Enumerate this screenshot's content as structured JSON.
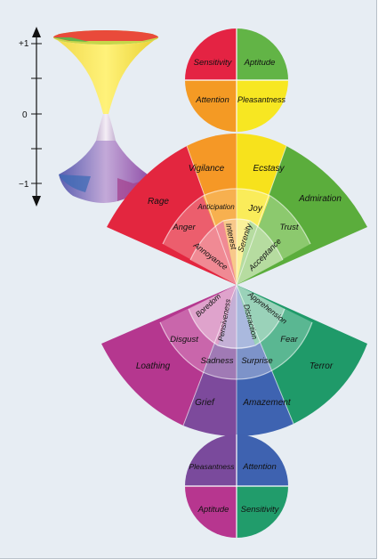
{
  "scale": {
    "plus": "+1",
    "zero": "0",
    "minus": "−1"
  },
  "top_circle": {
    "sensitivity": "Sensitivity",
    "aptitude": "Aptitude",
    "attention": "Attention",
    "pleasantness": "Pleasantness"
  },
  "bottom_circle": {
    "pleasantness": "Pleasantness",
    "attention": "Attention",
    "aptitude": "Aptitude",
    "sensitivity": "Sensitivity"
  },
  "upper_fan": {
    "outer": {
      "rage": "Rage",
      "vigilance": "Vigilance",
      "ecstasy": "Ecstasy",
      "admiration": "Admiration"
    },
    "middle": {
      "anger": "Anger",
      "anticipation": "Anticipation",
      "joy": "Joy",
      "trust": "Trust"
    },
    "inner": {
      "annoyance": "Annoyance",
      "interest": "Interest",
      "serenity": "Serenity",
      "acceptance": "Acceptance"
    }
  },
  "lower_fan": {
    "inner": {
      "boredom": "Boredom",
      "pensiveness": "Pensiveness",
      "distraction": "Distraction",
      "apprehension": "Apprehension"
    },
    "middle": {
      "disgust": "Disgust",
      "sadness": "Sadness",
      "surprise": "Surprise",
      "fear": "Fear"
    },
    "outer": {
      "loathing": "Loathing",
      "grief": "Grief",
      "amazement": "Amazement",
      "terror": "Terror"
    }
  },
  "colors": {
    "rage": "#e2233f",
    "vigilance": "#f29322",
    "ecstasy": "#f6e11a",
    "admiration": "#5aae3a",
    "loathing": "#b5378f",
    "grief": "#7c4899",
    "amazement": "#3f63b0",
    "terror": "#1f9a68"
  }
}
